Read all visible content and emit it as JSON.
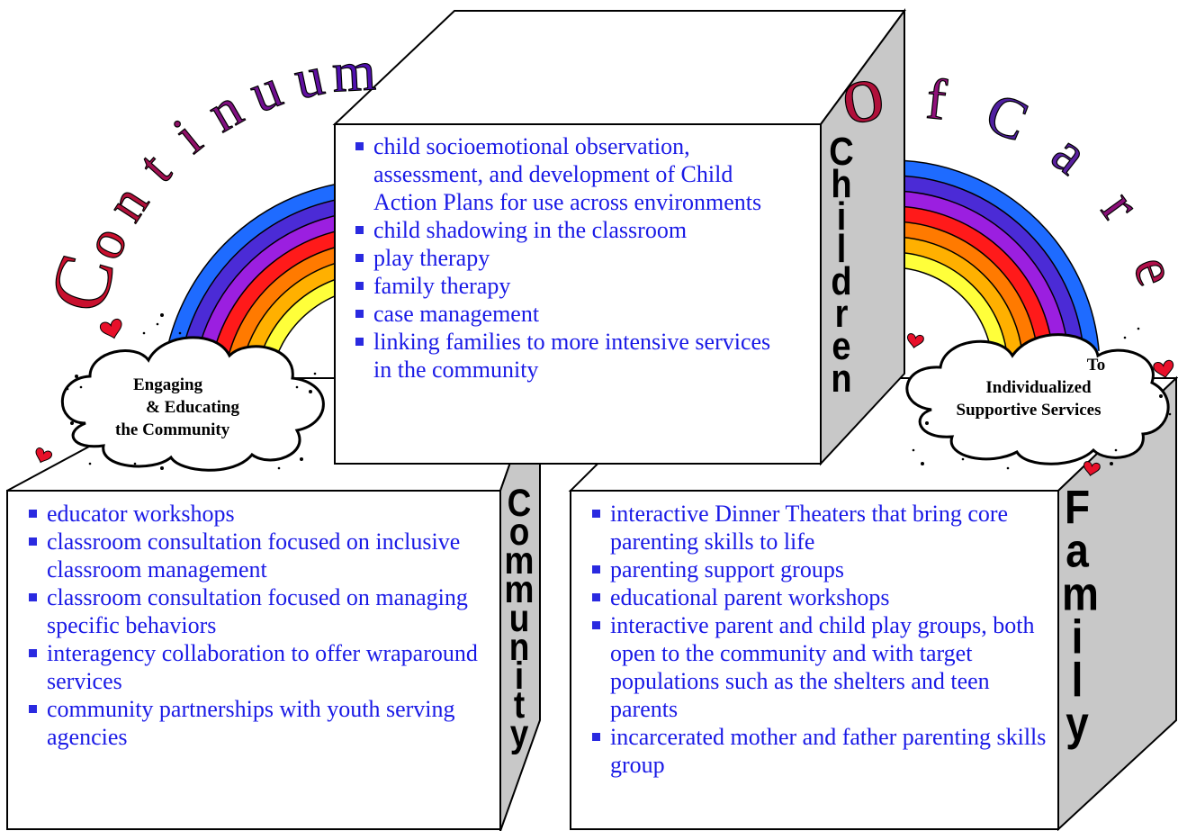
{
  "title": {
    "left_word": "Continuum",
    "right_word": "of Care",
    "left_letters": [
      "C",
      "o",
      "n",
      "t",
      "i",
      "n",
      "u",
      "u",
      "m"
    ],
    "right_letters": [
      "o",
      "f",
      "C",
      "a",
      "r",
      "e"
    ]
  },
  "clouds": {
    "left": {
      "line1": "Engaging",
      "line2": "& Educating",
      "line3": "the Community"
    },
    "right": {
      "line1": "To",
      "line2": "Individualized",
      "line3": "Supportive Services"
    }
  },
  "children_box": {
    "side_label": "Children",
    "side_letters": [
      "C",
      "h",
      "i",
      "l",
      "d",
      "r",
      "e",
      "n"
    ],
    "items": [
      "child socioemotional observation, assessment, and development of Child Action Plans for use across environments",
      "child shadowing in the classroom",
      "play therapy",
      "family therapy",
      "case management",
      "linking families to more intensive services in the community"
    ]
  },
  "community_box": {
    "side_label": "Community",
    "side_letters": [
      "C",
      "o",
      "m",
      "m",
      "u",
      "n",
      "i",
      "t",
      "y"
    ],
    "items": [
      "educator workshops",
      "classroom consultation focused on inclusive classroom management",
      "classroom consultation focused on managing specific behaviors",
      "interagency collaboration to offer wraparound services",
      "community partnerships with youth serving agencies"
    ]
  },
  "family_box": {
    "side_label": "Family",
    "side_letters": [
      "F",
      "a",
      "m",
      "i",
      "l",
      "y"
    ],
    "items": [
      "interactive Dinner Theaters that bring core parenting skills to life",
      "parenting support groups",
      "educational parent workshops",
      "interactive parent and child play groups, both open to the community and with target populations such as the shelters and teen parents",
      "incarcerated mother and father parenting skills group"
    ]
  },
  "colors": {
    "list_text": "#1a1ae6",
    "box_side": "#c8c8c8",
    "title_fill": "#c8102e",
    "heart": "#e8102a",
    "rainbow": [
      "#1e6bff",
      "#4b2bd6",
      "#9b1fe0",
      "#ff1a1a",
      "#ff7a00",
      "#ffb000",
      "#ffff3a"
    ]
  }
}
